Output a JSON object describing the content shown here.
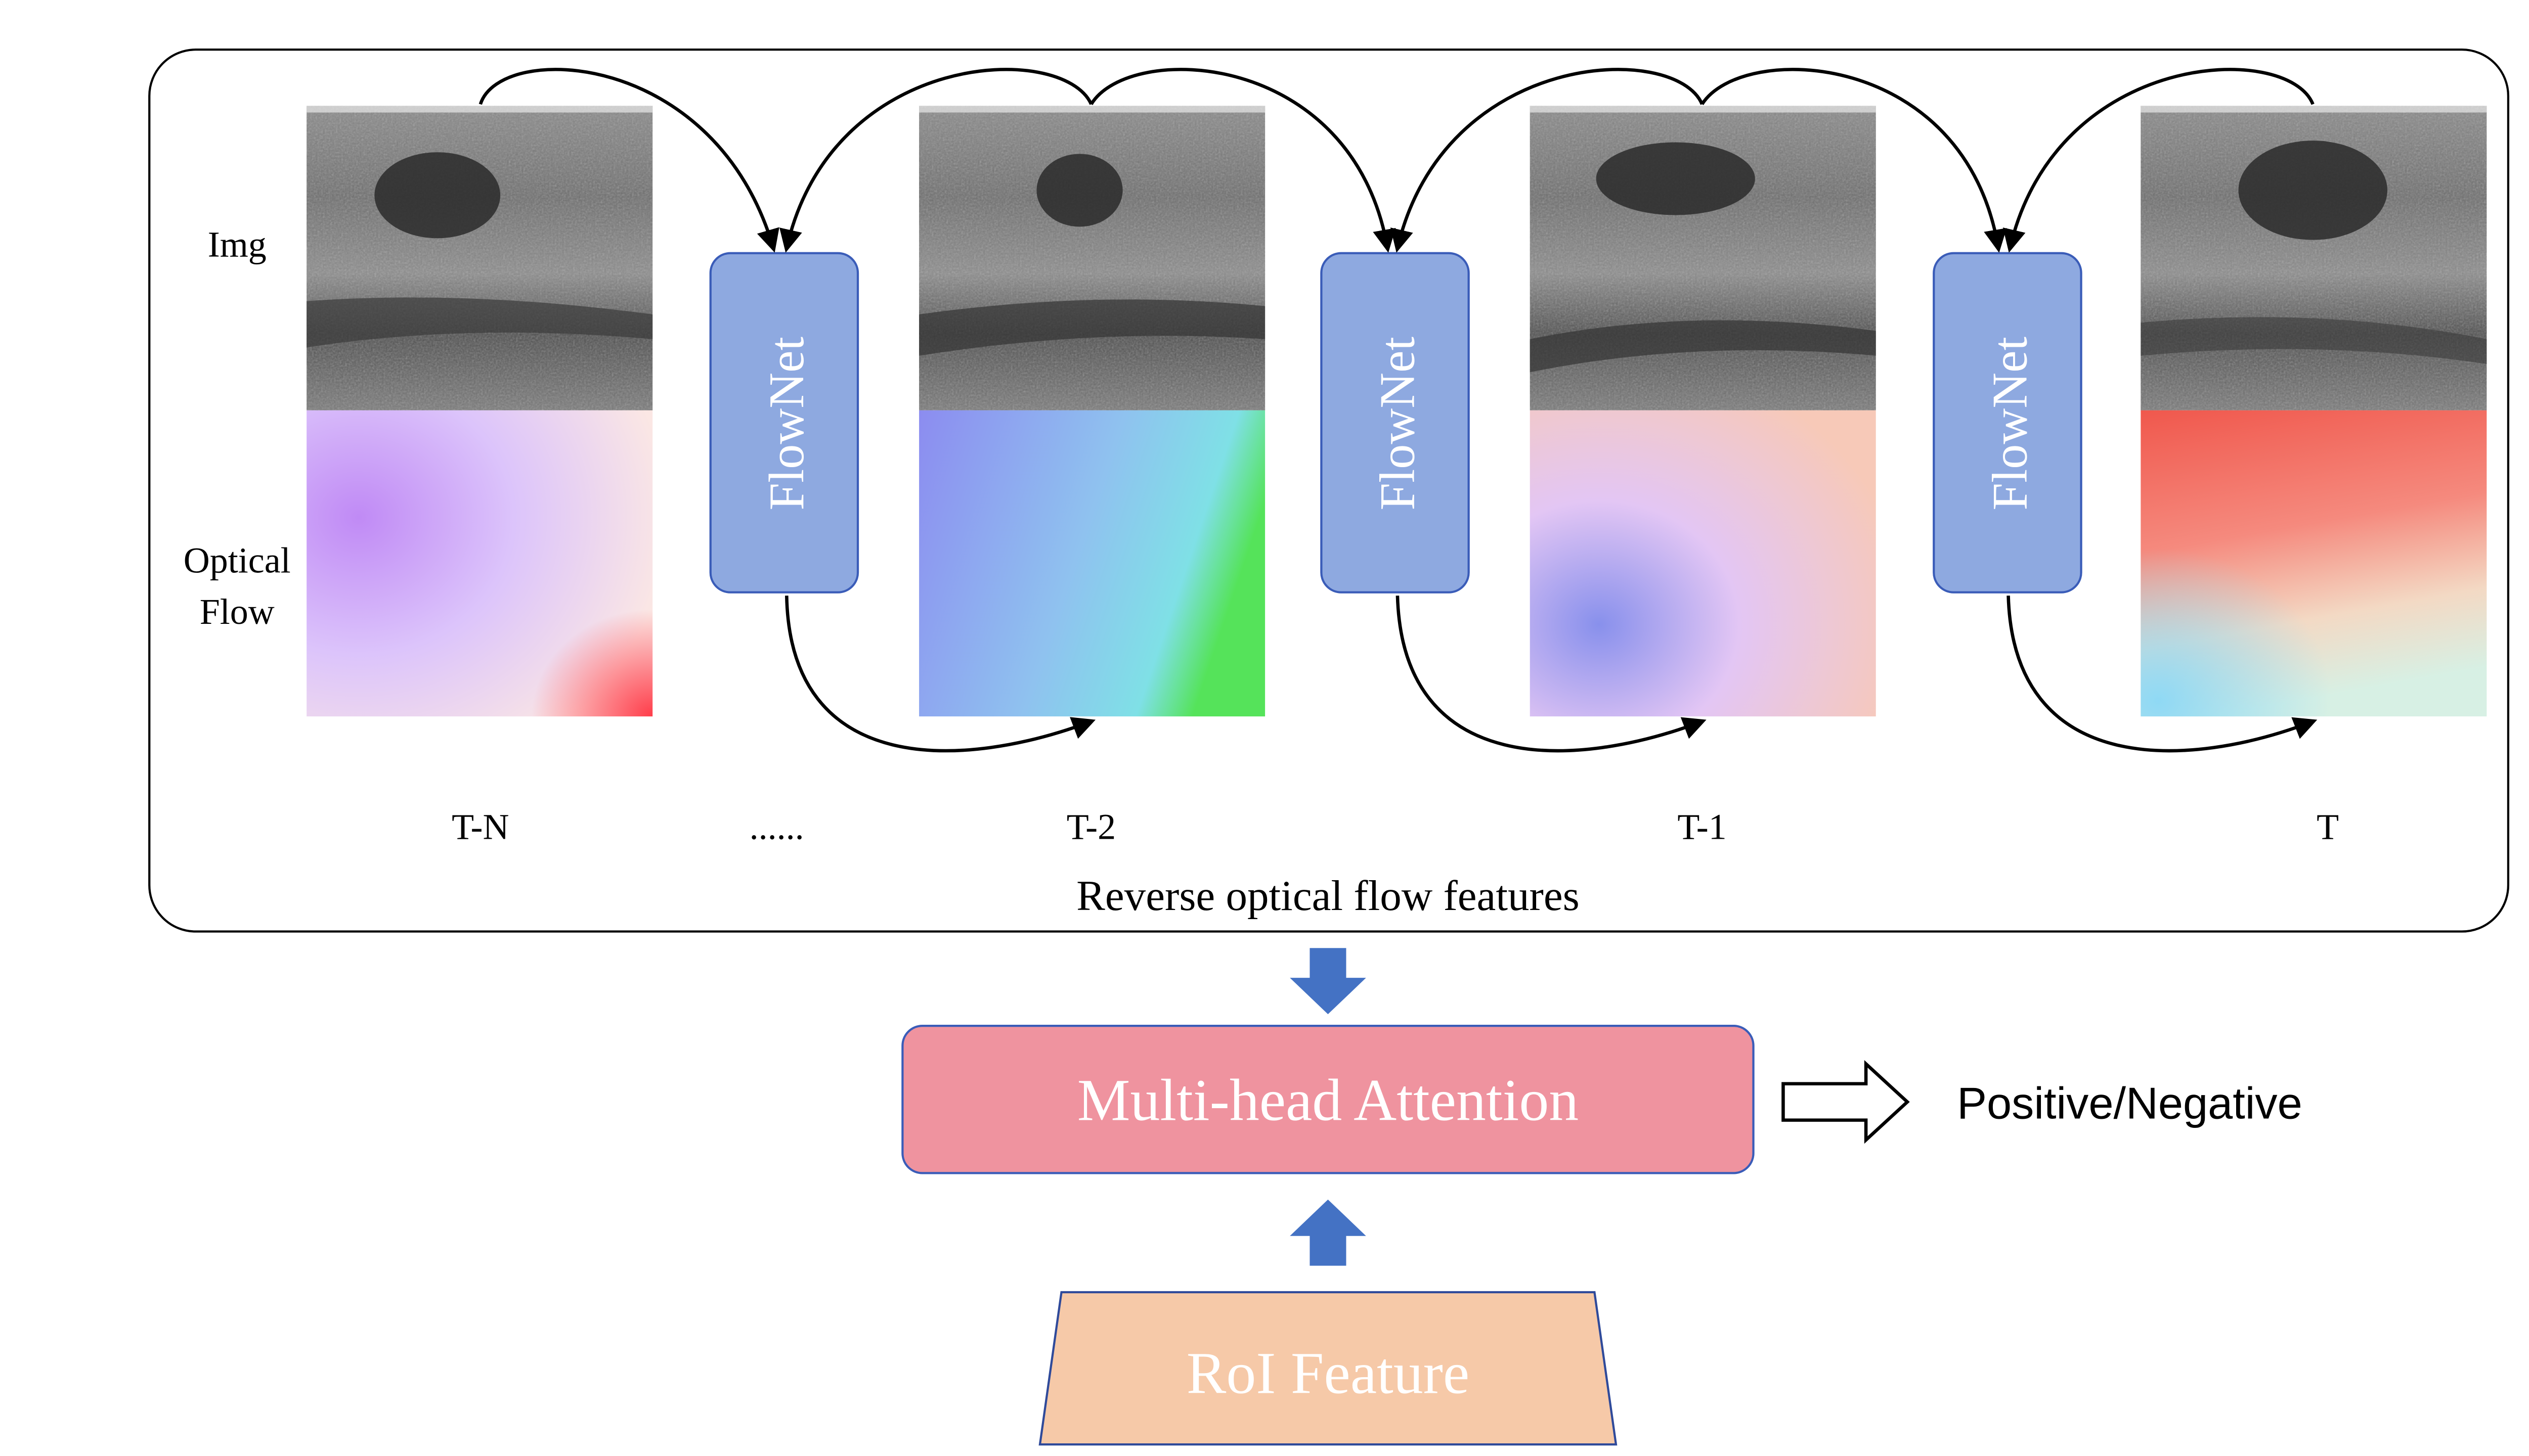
{
  "labels": {
    "img": "Img",
    "optical_flow_line1": "Optical",
    "optical_flow_line2": "Flow",
    "caption": "Reverse optical flow features",
    "ellipsis": "......"
  },
  "frames": [
    {
      "label": "T-N"
    },
    {
      "label": "T-2"
    },
    {
      "label": "T-1"
    },
    {
      "label": "T"
    }
  ],
  "flownet_label": "FlowNet",
  "attention_label": "Multi-head Attention",
  "roi_label": "RoI Feature",
  "output_label": "Positive/Negative",
  "colors": {
    "flownet_fill": "#8ea9e0",
    "flownet_stroke": "#3a5cb8",
    "attention_fill": "#ef939f",
    "attention_stroke": "#3a5cb8",
    "roi_fill": "#f6c9a8",
    "roi_stroke": "#2f4a9a",
    "blue_arrow": "#4472c4"
  }
}
